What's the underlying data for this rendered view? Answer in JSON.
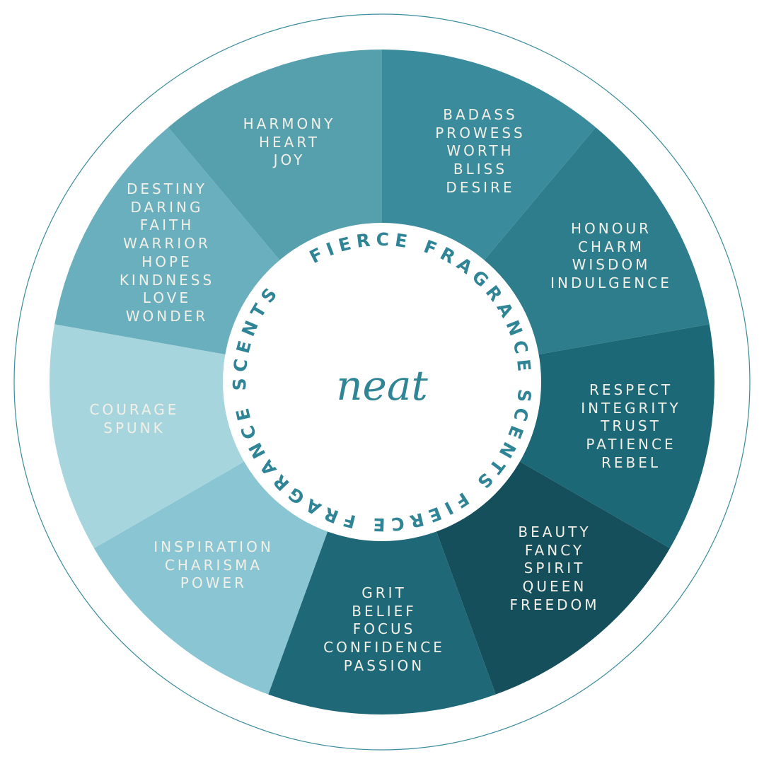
{
  "center": {
    "script_word": "neat",
    "ring_text": "FIERCE  FRAGRANCE  SCENTS  FIERCE  FRAGRANCE  SCENTS"
  },
  "colors": {
    "ring_text": "#2f8596",
    "outline": "#3a8b9c",
    "label_text": "#f2efe6"
  },
  "segments": [
    {
      "color": "#3a8b9c",
      "words": [
        "BADASS",
        "PROWESS",
        "WORTH",
        "BLISS",
        "DESIRE"
      ]
    },
    {
      "color": "#2e7d8c",
      "words": [
        "HONOUR",
        "CHARM",
        "WISDOM",
        "INDULGENCE"
      ]
    },
    {
      "color": "#1c6876",
      "words": [
        "RESPECT",
        "INTEGRITY",
        "TRUST",
        "PATIENCE",
        "REBEL"
      ]
    },
    {
      "color": "#144f5b",
      "words": [
        "BEAUTY",
        "FANCY",
        "SPIRIT",
        "QUEEN",
        "FREEDOM"
      ]
    },
    {
      "color": "#1e6877",
      "words": [
        "GRIT",
        "BELIEF",
        "FOCUS",
        "CONFIDENCE",
        "PASSION"
      ]
    },
    {
      "color": "#89c5d2",
      "words": [
        "INSPIRATION",
        "CHARISMA",
        "POWER"
      ]
    },
    {
      "color": "#a7d5de",
      "words": [
        "COURAGE",
        "SPUNK"
      ]
    },
    {
      "color": "#6aafbd",
      "words": [
        "DESTINY",
        "DARING",
        "FAITH",
        "WARRIOR",
        "HOPE",
        "KINDNESS",
        "LOVE",
        "WONDER"
      ]
    },
    {
      "color": "#569fad",
      "words": [
        "HARMONY",
        "HEART",
        "JOY"
      ]
    }
  ]
}
